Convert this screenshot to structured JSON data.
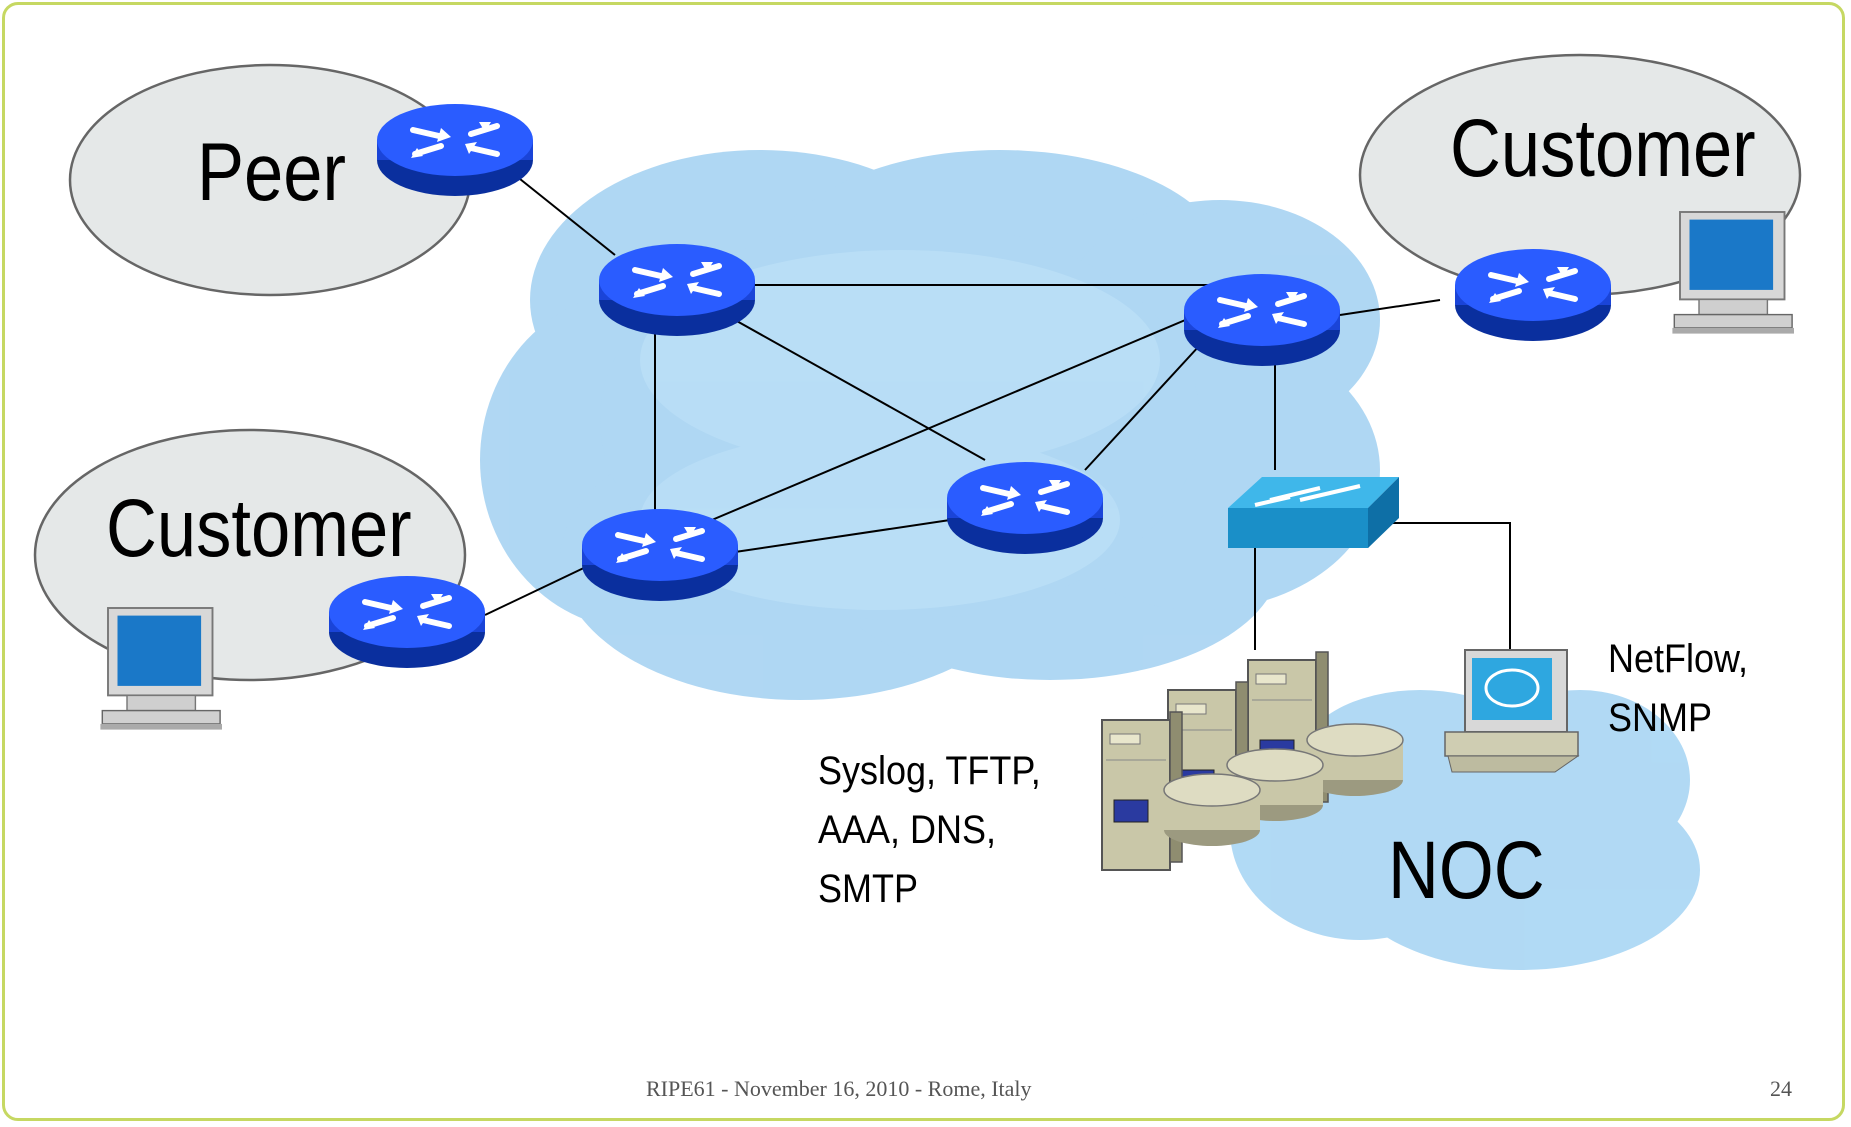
{
  "slide": {
    "footer": "RIPE61 - November 16, 2010 - Rome, Italy",
    "page_number": "24"
  },
  "labels": {
    "peer": "Peer",
    "customer_top_right": "Customer",
    "customer_left": "Customer",
    "noc": "NOC",
    "services_line1": "Syslog, TFTP,",
    "services_line2": "AAA, DNS,",
    "services_line3": "SMTP",
    "monitoring_line1": "NetFlow,",
    "monitoring_line2": "SNMP"
  },
  "colors": {
    "router_blue": "#1a4dff",
    "core_cloud": "#a7d3f2",
    "side_cloud": "#e5e8e8",
    "switch_blue": "#2a9fd6",
    "server_gray": "#c9c7a8",
    "frame": "#c6d862"
  }
}
